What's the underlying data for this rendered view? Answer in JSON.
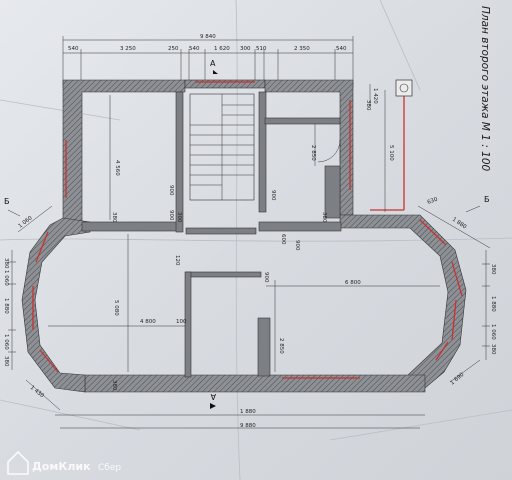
{
  "plan": {
    "title": "План второго этажа  М 1 : 100",
    "section_marks": {
      "a_top": "А",
      "a_bottom": "А",
      "b_left": "Б",
      "b_right": "Б"
    },
    "top_dims": {
      "overall": "9 840",
      "segments": [
        "540",
        "3 250",
        "250",
        "540",
        "1 620",
        "300",
        "510",
        "2 350",
        "540"
      ]
    },
    "interior_dims": {
      "hall_height": "4 560",
      "bath_depth": "2 850",
      "right_height": "5 100",
      "living_length": "6 800",
      "living_height": "5 080",
      "dining_length": "4 800",
      "corridor_height": "2 850",
      "corridor_width": "100",
      "wall_380_a": "380",
      "wall_380_b": "380",
      "wall_380_c": "380",
      "wall_380_d": "380",
      "door_900_a": "900",
      "door_900_b": "900",
      "door_900_c": "900",
      "door_900_d": "900",
      "door_900_e": "900",
      "wall_300": "300",
      "wall_600": "600",
      "stair_120": "120",
      "top_right_1420": "1 420"
    },
    "left_dims": [
      "380",
      "1 060",
      "1 880",
      "1 060",
      "380"
    ],
    "right_dims": [
      "380",
      "1 880",
      "1 060",
      "380"
    ],
    "diagonal_dims": {
      "top_left": "1 060",
      "bottom_left": "1 430",
      "top_right_a": "630",
      "top_right_b": "1 880",
      "bottom_right": "1 690"
    },
    "bottom_dims": {
      "overall": "9 880",
      "part": "1 880"
    },
    "watermark": {
      "brand": "ДомКлик",
      "sub": "Сбер"
    }
  }
}
